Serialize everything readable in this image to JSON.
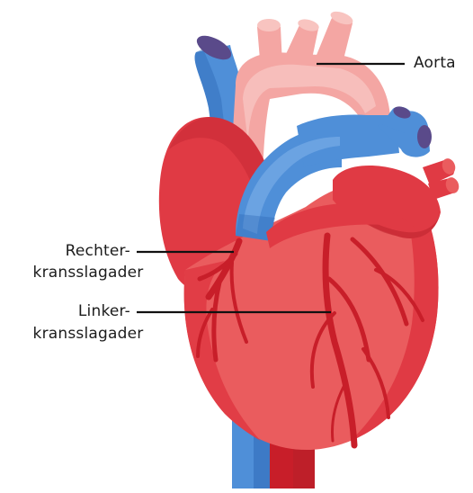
{
  "labels": {
    "aorta": "Aorta",
    "right_coronary": {
      "line1": "Rechter-",
      "line2": "kransslagader"
    },
    "left_coronary": {
      "line1": "Linker-",
      "line2": "kransslagader"
    }
  },
  "colors": {
    "red_dark": "#b8202a",
    "red": "#e03a44",
    "red_light": "#ea5c5e",
    "pink": "#f4a6a3",
    "pink_light": "#f8c4c0",
    "vessel_red": "#c81e29",
    "blue": "#4f8fd8",
    "blue_light": "#74a9e6",
    "blue_dark": "#2f6ab8",
    "vessel_opening": "#5a4a8a",
    "leader_line": "#111111"
  }
}
